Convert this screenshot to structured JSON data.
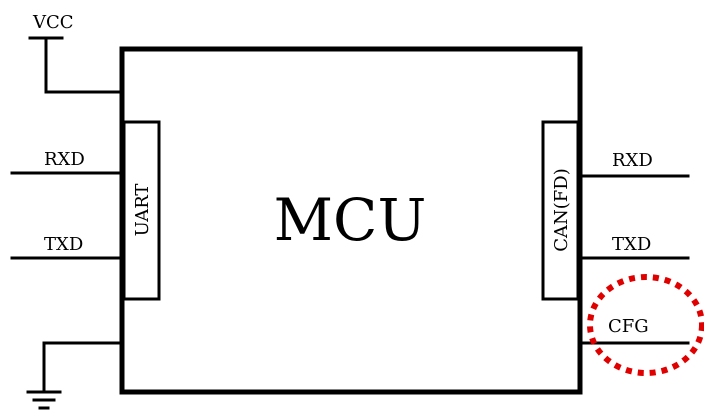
{
  "diagram": {
    "mcu_label": "MCU",
    "power_label": "VCC",
    "left_block": {
      "name": "UART",
      "pins": [
        "RXD",
        "TXD"
      ]
    },
    "right_block": {
      "name": "CAN(FD)",
      "pins": [
        "RXD",
        "TXD"
      ]
    },
    "extra_pin": "CFG",
    "highlight_color": "#e00000"
  }
}
